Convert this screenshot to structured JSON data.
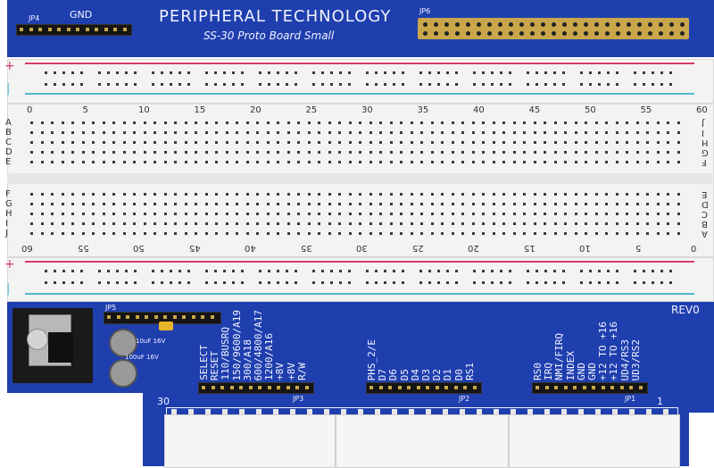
{
  "board": {
    "title": "PERIPHERAL TECHNOLOGY",
    "subtitle": "SS-30 Proto Board Small",
    "rev": "REV0"
  },
  "headers": {
    "jp4": "JP4",
    "gnd": "GND",
    "jp6": "JP6",
    "jp5": "JP5",
    "jp3": "JP3",
    "jp2": "JP2",
    "jp1": "JP1"
  },
  "rails": {
    "plus": "+",
    "minus": "|"
  },
  "breadboard": {
    "top_numbers": [
      "0",
      "5",
      "10",
      "15",
      "20",
      "25",
      "30",
      "35",
      "40",
      "45",
      "50",
      "55",
      "60"
    ],
    "bottom_numbers": [
      "60",
      "55",
      "50",
      "45",
      "40",
      "35",
      "30",
      "25",
      "20",
      "15",
      "10",
      "5",
      "0"
    ],
    "left_rows_top": [
      "A",
      "B",
      "C",
      "D",
      "E"
    ],
    "left_rows_bottom": [
      "F",
      "G",
      "H",
      "I",
      "J"
    ],
    "right_rows_top": [
      "J",
      "I",
      "H",
      "G",
      "F"
    ],
    "right_rows_bottom": [
      "E",
      "D",
      "C",
      "B",
      "A"
    ]
  },
  "jp3_labels": [
    "SELECT",
    "RESET",
    "110/BUSRQ",
    "150/9600/A19",
    "300/A18",
    "600/4800/A17",
    "1200/A16",
    "+8V",
    "+8V",
    "R/W"
  ],
  "jp2_labels": [
    "PHS_2/E",
    "D7",
    "D6",
    "D5",
    "D4",
    "D3",
    "D2",
    "D1",
    "D0",
    "RS1"
  ],
  "jp1_labels": [
    "RS0",
    "IRQ",
    "NMI/FIRQ",
    "INDEX",
    "GND",
    "GND",
    "+12 TO +16",
    "+12 TO +16",
    "UD4/RS3",
    "UD3/RS2"
  ],
  "connector": {
    "pin_left": "30",
    "pin_right": "1"
  },
  "caps": {
    "c1": "10uF 16V",
    "c2": "100uF 16V"
  }
}
